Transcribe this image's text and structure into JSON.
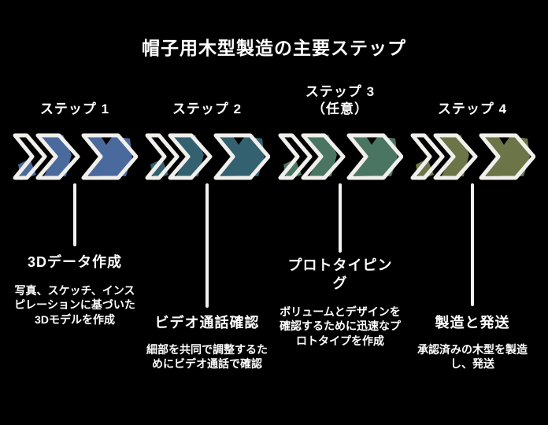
{
  "title": "帽子用木型製造の主要ステップ",
  "colors": {
    "background": "#000000",
    "outline": "#f1efec",
    "text": "#ffffff"
  },
  "steps": [
    {
      "label": "ステップ 1",
      "color": "#4a699c",
      "title": "3Dデータ作成",
      "description": "写真、スケッチ、インスピレーションに基づいた3Dモデルを作成"
    },
    {
      "label": "ステップ 2",
      "color": "#33616f",
      "title": "ビデオ通話確認",
      "description": "細部を共同で調整するためにビデオ通話で確認"
    },
    {
      "label": "ステップ 3",
      "sublabel": "（任意）",
      "color": "#4a7562",
      "title": "プロトタイピング",
      "description": "ボリュームとデザインを確認するために迅速なプロトタイプを作成"
    },
    {
      "label": "ステップ 4",
      "color": "#6b7547",
      "title": "製造と発送",
      "description": "承認済みの木型を製造し、発送"
    }
  ]
}
